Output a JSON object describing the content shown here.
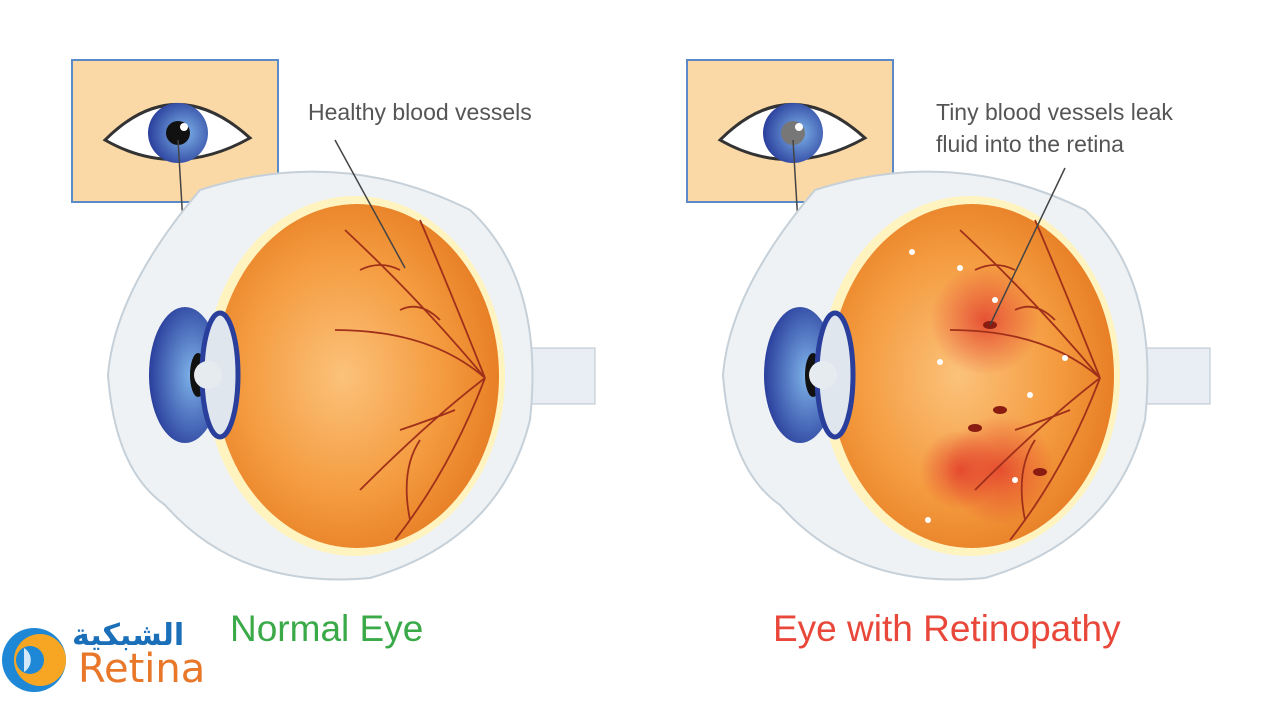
{
  "normal_eye": {
    "callout": "Healthy blood vessels",
    "label": "Normal Eye"
  },
  "retinopathy_eye": {
    "callout_line1": "Tiny blood vessels leak",
    "callout_line2": "fluid into the retina",
    "label": "Eye with Retinopathy"
  },
  "logo": {
    "arabic": "الشبكية",
    "english": "Retina"
  },
  "colors": {
    "normal_label": "#3aaa48",
    "retinopathy_label": "#e8473a",
    "globe": "#f39a3c",
    "iris": "#3a5bb8",
    "inset_bg": "#fbd9a6"
  }
}
